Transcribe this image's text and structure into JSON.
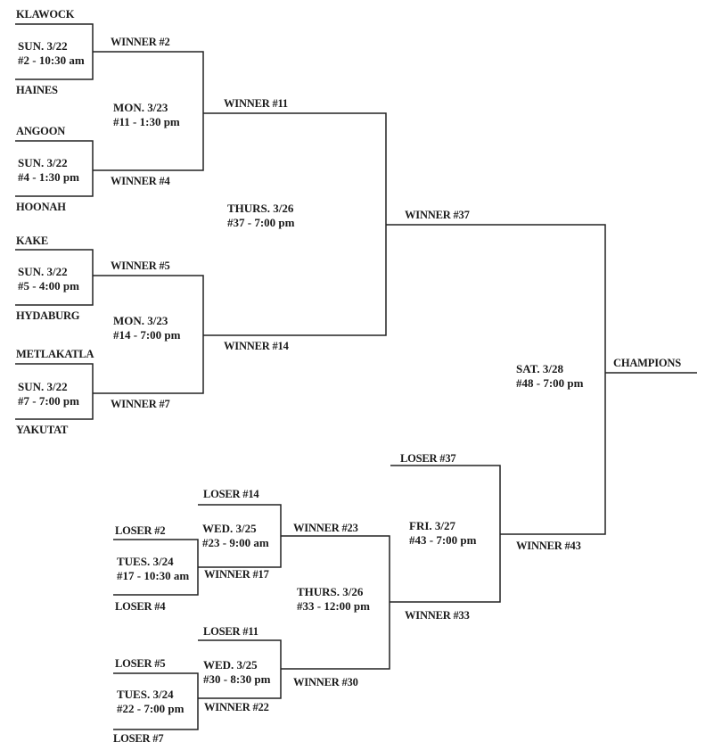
{
  "teams": [
    "KLAWOCK",
    "HAINES",
    "ANGOON",
    "HOONAH",
    "KAKE",
    "HYDABURG",
    "METLAKATLA",
    "YAKUTAT"
  ],
  "games": {
    "g2": {
      "day": "SUN. 3/22",
      "num": "#2 - 10:30 am"
    },
    "g4": {
      "day": "SUN. 3/22",
      "num": "#4 - 1:30 pm"
    },
    "g5": {
      "day": "SUN. 3/22",
      "num": "#5 - 4:00 pm"
    },
    "g7": {
      "day": "SUN. 3/22",
      "num": "#7 - 7:00 pm"
    },
    "g11": {
      "day": "MON. 3/23",
      "num": "#11 - 1:30 pm"
    },
    "g14": {
      "day": "MON. 3/23",
      "num": "#14 - 7:00 pm"
    },
    "g37": {
      "day": "THURS. 3/26",
      "num": "#37 - 7:00 pm"
    },
    "g48": {
      "day": "SAT. 3/28",
      "num": "#48 - 7:00 pm"
    },
    "g17": {
      "day": "TUES. 3/24",
      "num": "#17 - 10:30 am"
    },
    "g22": {
      "day": "TUES. 3/24",
      "num": "#22 - 7:00 pm"
    },
    "g23": {
      "day": "WED. 3/25",
      "num": "#23 - 9:00 am"
    },
    "g30": {
      "day": "WED. 3/25",
      "num": "#30 - 8:30 pm"
    },
    "g33": {
      "day": "THURS. 3/26",
      "num": "#33 - 12:00 pm"
    },
    "g43": {
      "day": "FRI. 3/27",
      "num": "#43 - 7:00 pm"
    }
  },
  "labels": {
    "w2": "WINNER #2",
    "w4": "WINNER #4",
    "w5": "WINNER #5",
    "w7": "WINNER #7",
    "w11": "WINNER #11",
    "w14": "WINNER #14",
    "w37": "WINNER #37",
    "w17": "WINNER #17",
    "w22": "WINNER #22",
    "w23": "WINNER #23",
    "w30": "WINNER #30",
    "w33": "WINNER #33",
    "w43": "WINNER #43",
    "l2": "LOSER #2",
    "l4": "LOSER #4",
    "l5": "LOSER #5",
    "l7": "LOSER #7",
    "l11": "LOSER #11",
    "l14": "LOSER #14",
    "l37": "LOSER #37",
    "champions": "CHAMPIONS"
  }
}
